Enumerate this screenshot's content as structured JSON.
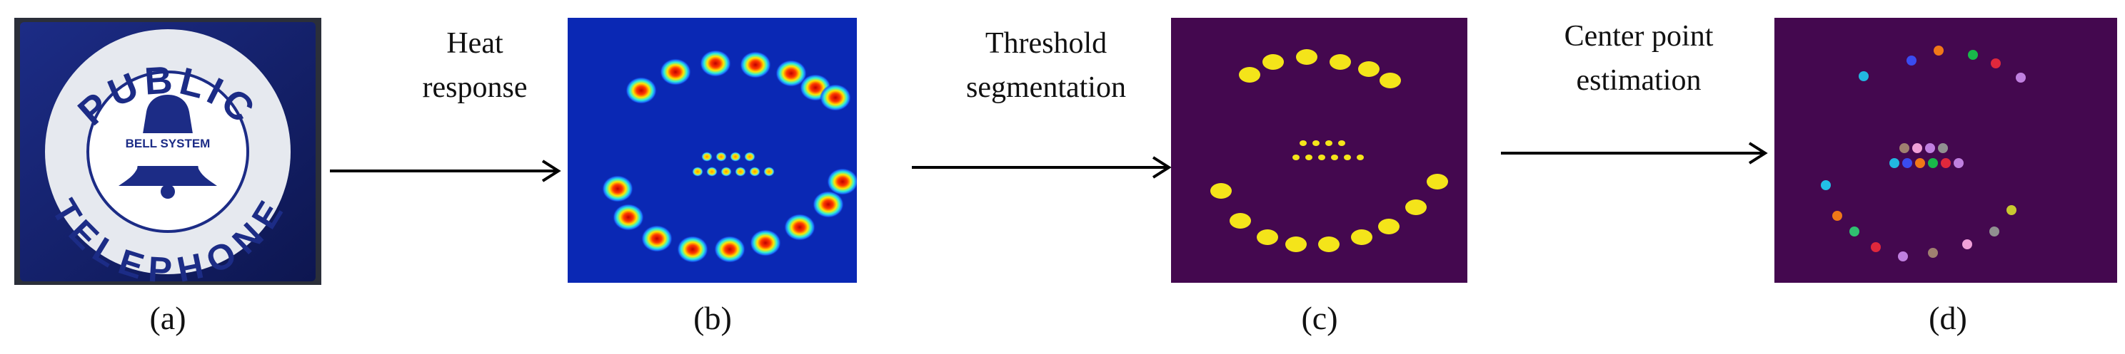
{
  "panels": {
    "a": {
      "caption": "(a)",
      "sign_text": {
        "top": "PUBLIC",
        "bottom": "TELEPHONE",
        "center": "BELL SYSTEM"
      }
    },
    "b": {
      "caption": "(b)"
    },
    "c": {
      "caption": "(c)"
    },
    "d": {
      "caption": "(d)"
    }
  },
  "arrows": {
    "ab": {
      "line1": "Heat",
      "line2": "response"
    },
    "bc": {
      "line1": "Threshold",
      "line2": "segmentation"
    },
    "cd": {
      "line1": "Center point",
      "line2": "estimation"
    }
  },
  "colors": {
    "heat_background": "#0a28b4",
    "seg_background": "#44084f",
    "seg_blob": "#f4e41a",
    "sign_background": "#121f6a",
    "sign_disc": "#e6e9ef"
  }
}
